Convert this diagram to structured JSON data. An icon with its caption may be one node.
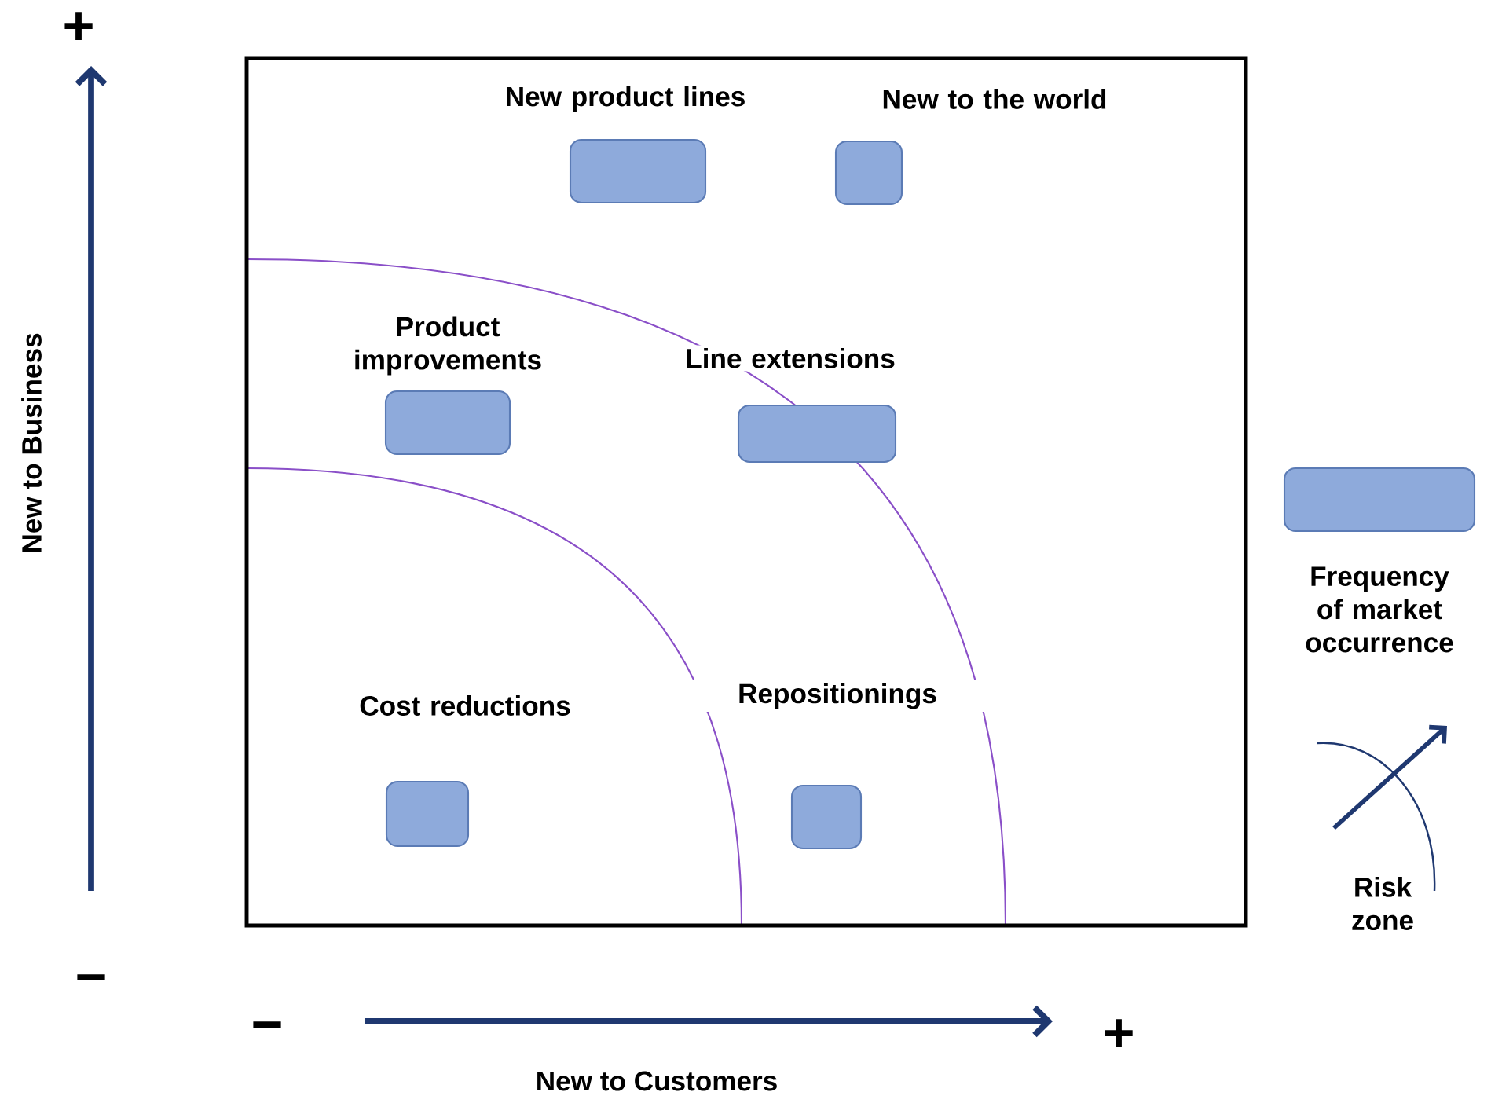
{
  "diagram": {
    "nodes": [
      {
        "text": [],
        "shape": "box"
      },
      {
        "text": [
          "New product lines"
        ],
        "in": 0
      },
      {
        "text": [
          "New to the world"
        ],
        "in": 0
      },
      {
        "text": [
          "Product improvements"
        ],
        "in": 0
      },
      {
        "text": [
          "Line extensions"
        ],
        "in": 0
      },
      {
        "text": [
          "Cost reductions"
        ],
        "in": 0
      },
      {
        "text": [
          "Repositionings"
        ],
        "in": 0
      }
    ],
    "labels": [
      "+",
      "New to Business",
      "−",
      "−",
      "New to Customers",
      "+"
    ],
    "legend": [
      {
        "text": "Frequency of market occurrence",
        "color": "#8eaadb"
      },
      {
        "text": "Risk zone"
      }
    ]
  }
}
